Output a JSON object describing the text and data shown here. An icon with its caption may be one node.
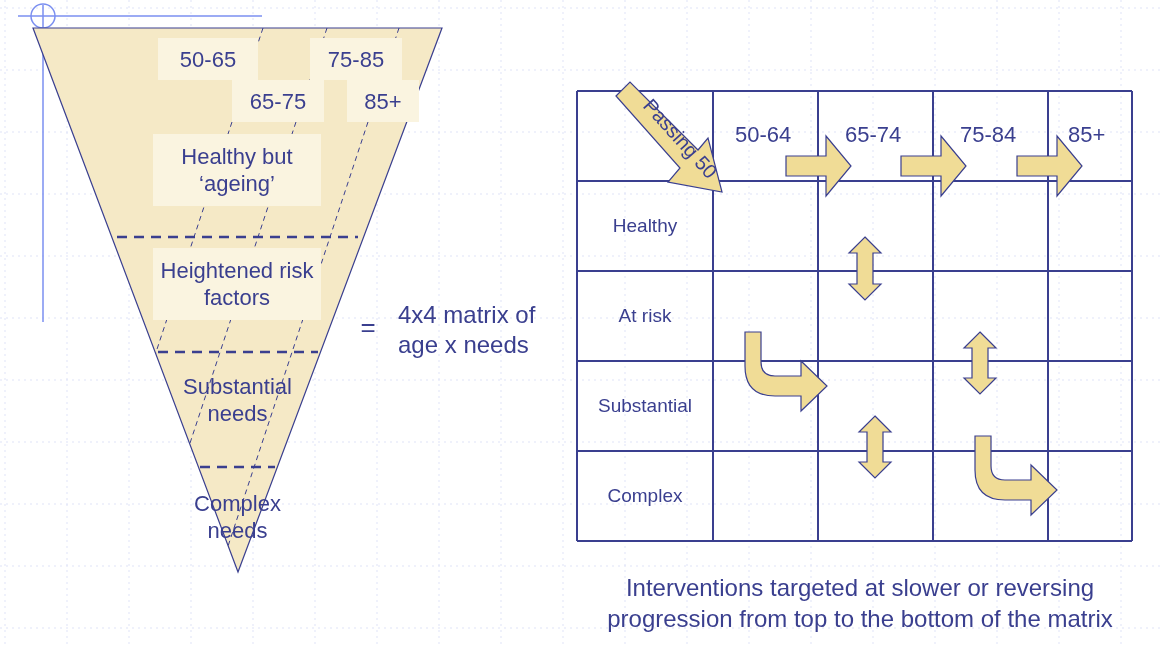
{
  "diagram": {
    "caption": "Interventions targeted at slower or reversing progression from top to the bottom of the matrix",
    "nodes": [
      {
        "text": [
          "50-65"
        ]
      },
      {
        "text": [
          "75-85"
        ]
      },
      {
        "text": [
          "65-75"
        ]
      },
      {
        "text": [
          "85+"
        ]
      },
      {
        "text": [
          "Healthy but ‘ageing’"
        ]
      },
      {
        "text": [
          "Heightened risk factors"
        ]
      },
      {
        "text": [
          "Substantial needs"
        ]
      },
      {
        "text": [
          "Complex needs"
        ]
      },
      {
        "text": [
          "Passing 50"
        ]
      }
    ],
    "edges": [],
    "labels": [
      "=",
      "4x4 matrix of age x needs",
      "50-64",
      "65-74",
      "75-84",
      "85+",
      "Healthy",
      "At risk",
      "Substantial",
      "Complex"
    ]
  }
}
